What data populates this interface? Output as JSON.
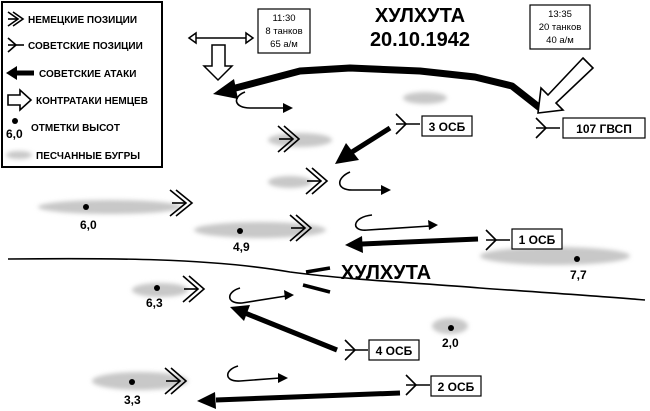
{
  "map": {
    "title": "ХУЛХУТА",
    "date": "20.10.1942",
    "town_label": "ХУЛХУТА"
  },
  "legend": {
    "german_positions": "НЕМЕЦКИЕ ПОЗИЦИИ",
    "soviet_positions": "СОВЕТСКИЕ ПОЗИЦИИ",
    "soviet_attacks": "СОВЕТСКИЕ АТАКИ",
    "german_counterattacks": "КОНТРАТАКИ НЕМЦЕВ",
    "height_marks": "ОТМЕТКИ ВЫСОТ",
    "height_sample": "6,0",
    "sand_dunes": "ПЕСЧАННЫЕ БУГРЫ"
  },
  "info_boxes": {
    "german": {
      "time": "11:30",
      "tanks": "8 танков",
      "vehicles": "65 а/м"
    },
    "soviet": {
      "time": "13:35",
      "tanks": "20 танков",
      "vehicles": "40 а/м"
    }
  },
  "units": {
    "u107": "107 ГВСП",
    "u3": "3 ОСБ",
    "u1": "1 ОСБ",
    "u4": "4 ОСБ",
    "u2": "2 ОСБ"
  },
  "heights": {
    "h60": "6,0",
    "h49": "4,9",
    "h77": "7,7",
    "h63": "6,3",
    "h20": "2,0",
    "h33": "3,3"
  },
  "colors": {
    "ink": "#000000",
    "dune": "#c8c8c8",
    "background": "#ffffff"
  }
}
